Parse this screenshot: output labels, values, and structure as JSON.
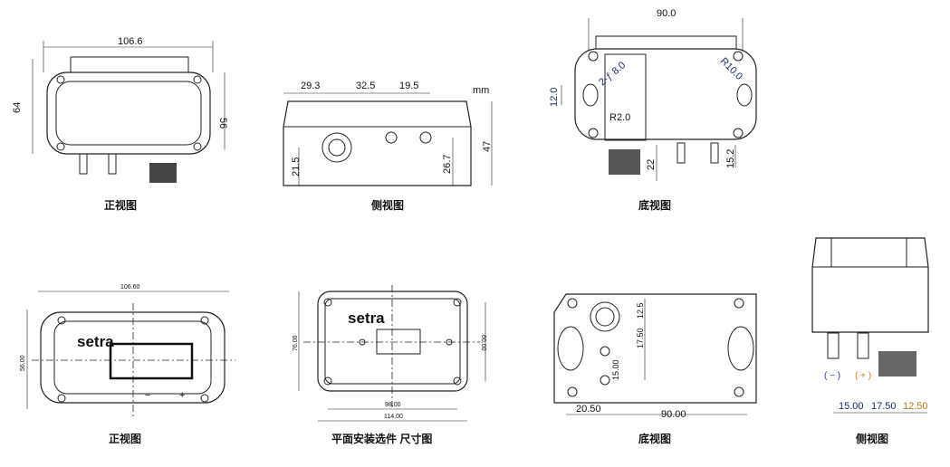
{
  "unit_label": "mm",
  "views": {
    "front_top": {
      "caption": "正视图",
      "width": "106.6",
      "height_outer": "64",
      "height_inner": "56"
    },
    "side_top": {
      "caption": "侧视图",
      "d1": "29.3",
      "d2": "32.5",
      "d3": "19.5",
      "h1": "21.5",
      "h2": "26.7",
      "h3": "47"
    },
    "bottom_top": {
      "caption": "底视图",
      "width": "90.0",
      "hole": "2-ƒ 8.0",
      "radius_large": "R10.0",
      "radius_small": "R2.0",
      "slot": "12.0",
      "gland": "22",
      "fitting": "15.2"
    },
    "front_bottom": {
      "caption": "正视图",
      "width": "106.60",
      "height": "56.00",
      "logo": "setra",
      "minus": "−",
      "plus": "+"
    },
    "mount": {
      "caption": "平面安装选件  尺寸图",
      "logo": "setra",
      "height": "76.00",
      "hole_height": "60.00",
      "hole_width": "98.00",
      "width": "114.00"
    },
    "bottom_bottom": {
      "caption": "底视图",
      "d1": "12.5",
      "d2": "17.50",
      "d3": "15.00",
      "offset": "20.50",
      "width": "90.00"
    },
    "side_bottom": {
      "caption": "侧视图",
      "neg": "( − )",
      "pos": "( + )",
      "d1": "15.00",
      "d2": "17.50",
      "d3": "12.50"
    }
  }
}
